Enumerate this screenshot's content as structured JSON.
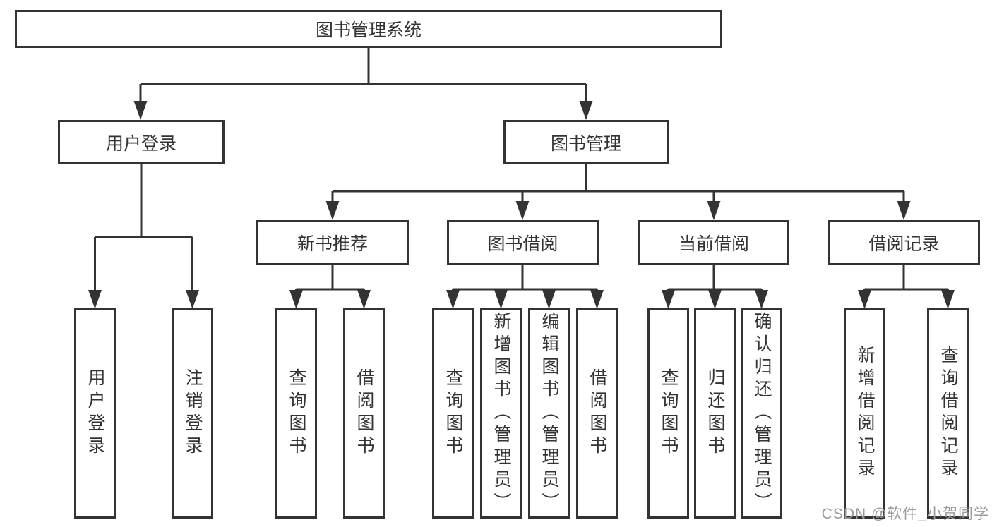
{
  "diagram": {
    "title": "图书管理系统",
    "level2": [
      "用户登录",
      "图书管理"
    ],
    "level3": [
      "新书推荐",
      "图书借阅",
      "当前借阅",
      "借阅记录"
    ],
    "leaves_user_login": [
      "用户登录",
      "注销登录"
    ],
    "leaves_new_book": [
      "查询图书",
      "借阅图书"
    ],
    "leaves_book_borrow": [
      "查询图书",
      "新增图书（管理员）",
      "编辑图书（管理员）",
      "借阅图书"
    ],
    "leaves_current_borrow": [
      "查询图书",
      "归还图书",
      "确认归还（管理员）"
    ],
    "leaves_borrow_record": [
      "新增借阅记录",
      "查询借阅记录"
    ]
  },
  "watermark": "CSDN @软件_小贺同学",
  "colors": {
    "line": "#333333",
    "box_border": "#333333",
    "text": "#333333",
    "watermark": "#9a9a9a",
    "background": "#ffffff"
  }
}
